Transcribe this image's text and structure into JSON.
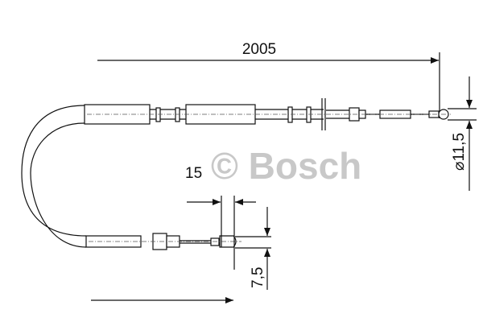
{
  "dimensions": {
    "length": "2005",
    "eye_diameter": "⌀11,5",
    "end_length": "15",
    "end_diameter": "7,5"
  },
  "watermark": "© Bosch",
  "colors": {
    "line": "#111111",
    "watermark": "#c8c8c8"
  }
}
